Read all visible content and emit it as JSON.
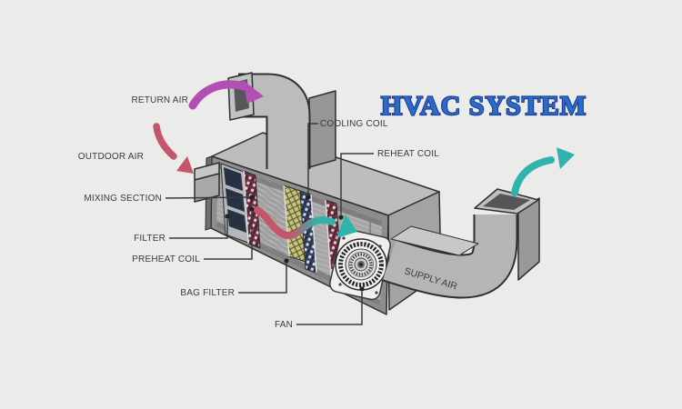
{
  "diagram": {
    "title": {
      "text": "HVAC SYSTEM"
    },
    "labels": {
      "return_air": "RETURN AIR",
      "outdoor_air": "OUTDOOR AIR",
      "mixing_section": "MIXING SECTION",
      "filter": "FILTER",
      "preheat_coil": "PREHEAT COIL",
      "bag_filter": "BAG FILTER",
      "fan": "FAN",
      "cooling_coil": "COOLING COIL",
      "reheat_coil": "REHEAT COIL",
      "supply_air": "SUPPLY AIR"
    },
    "colors": {
      "background": "#ebecea",
      "title_fill": "#2b6bc9",
      "title_outline": "#1c3d94",
      "label_text": "#3a3a3a",
      "body_grey": "#b5b5b5",
      "body_top": "#bdbdbd",
      "body_dark": "#8d8d8d",
      "interior_grey": "#a7a7a7",
      "outline": "#2f2f2f",
      "filter_navy": "#283141",
      "preheat_maroon": "#6f2f43",
      "bag_filter_yellow": "#c6c37e",
      "cooling_blue": "#33405e",
      "arrow_magenta": "#b14fb4",
      "arrow_pink": "#c4566b",
      "arrow_teal": "#2fb3ac",
      "fan_panel_white": "#f0efed"
    }
  }
}
